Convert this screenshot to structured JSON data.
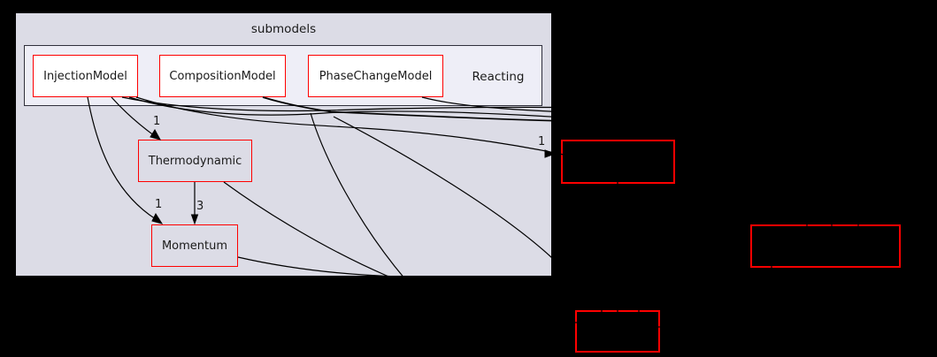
{
  "graph": {
    "outer_cluster": {
      "label": "submodels"
    },
    "inner_cluster": {
      "label": "Reacting"
    },
    "nodes": {
      "injection_model": {
        "label": "InjectionModel"
      },
      "composition_model": {
        "label": "CompositionModel"
      },
      "phase_change_model": {
        "label": "PhaseChangeModel"
      },
      "thermodynamic": {
        "label": "Thermodynamic"
      },
      "momentum": {
        "label": "Momentum"
      },
      "external_right": {
        "label": ""
      },
      "external_far_right": {
        "label": ""
      },
      "external_bottom": {
        "label": ""
      }
    },
    "edge_labels": {
      "injection_to_thermodynamic": "1",
      "injection_to_momentum": "1",
      "thermodynamic_to_momentum": "3",
      "reacting_to_external_right": "1"
    },
    "colors": {
      "background": "#000000",
      "outer_cluster_fill": "#dcdce6",
      "inner_cluster_fill": "#eeeef7",
      "node_fill": "#ffffff",
      "node_border": "#ff0000",
      "edge": "#000000",
      "cluster_border": "#000000",
      "text": "#1a1a1a"
    }
  }
}
